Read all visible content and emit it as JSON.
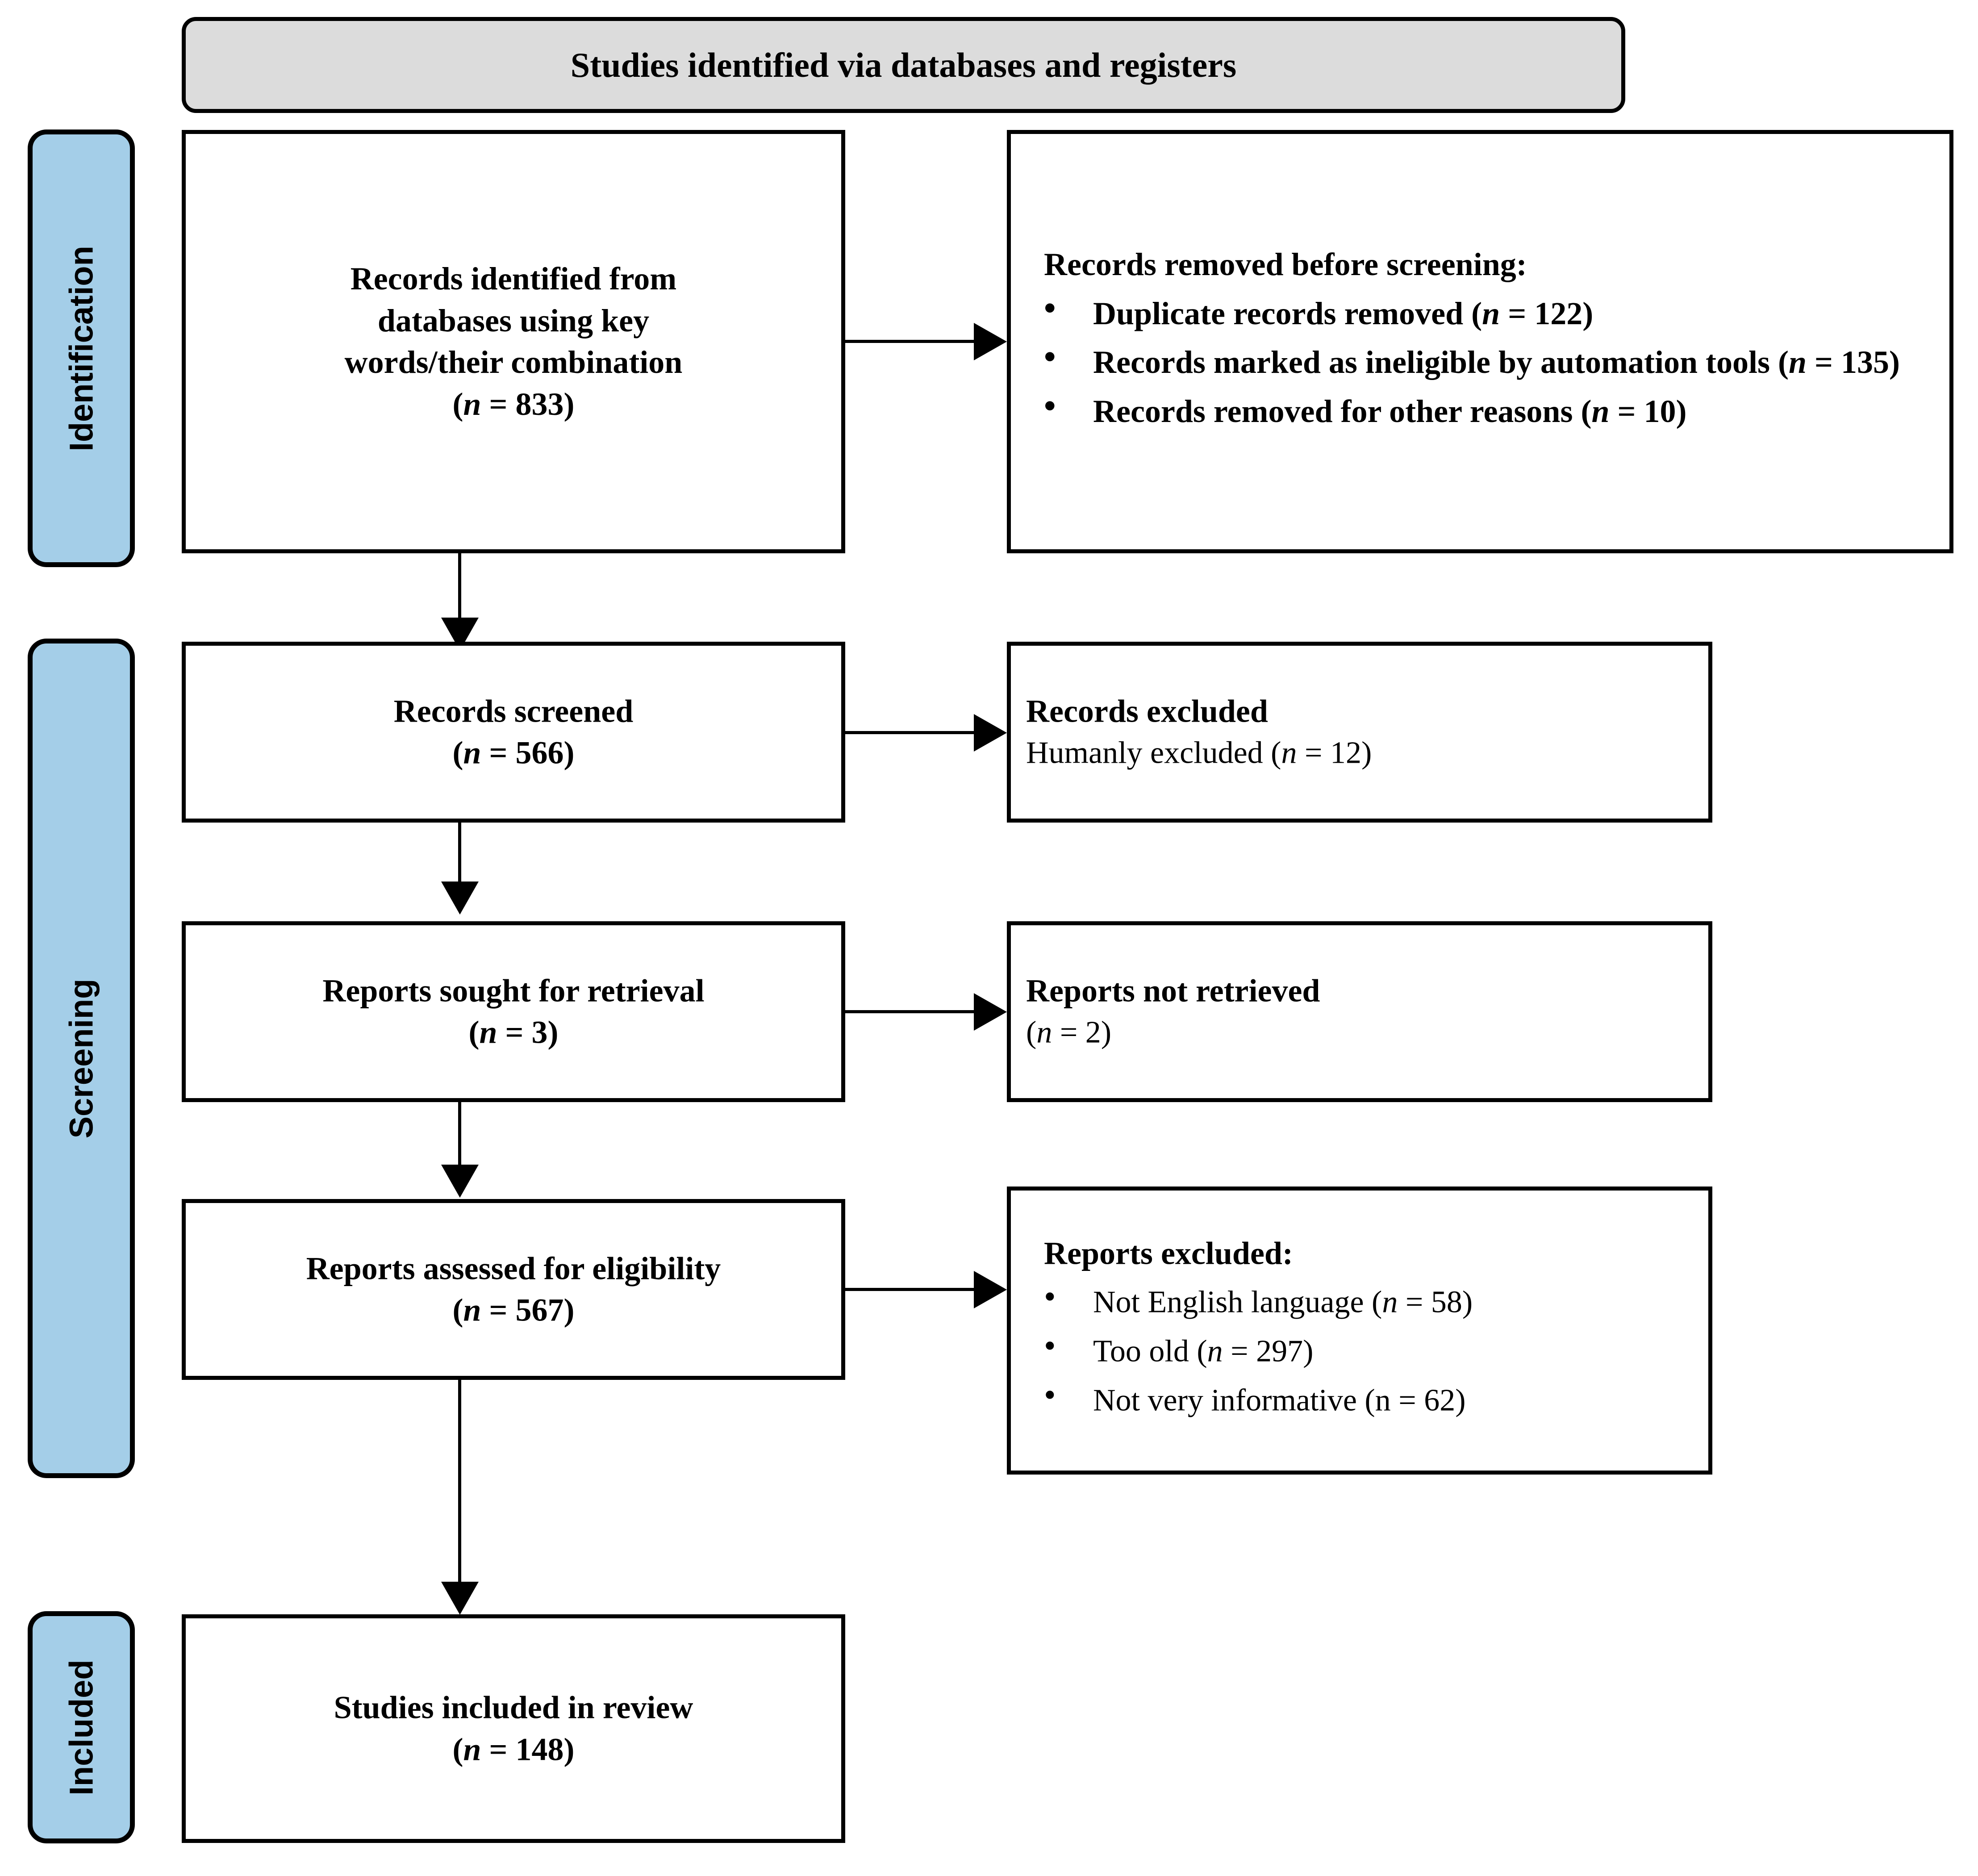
{
  "banner": {
    "text": "Studies identified via databases and registers"
  },
  "colors": {
    "stage_fill": "#a4cee8",
    "banner_fill": "#dcdcdc",
    "line": "#000000"
  },
  "stages": [
    {
      "label": "Identification"
    },
    {
      "label": "Screening"
    },
    {
      "label": "Included"
    }
  ],
  "boxes": {
    "identified": {
      "line1": "Records identified from",
      "line2": "databases using key",
      "line3": "words/their combination",
      "count_open": "(",
      "count_n": "n",
      "count_eq": " = 833)"
    },
    "removed_before_screening": {
      "heading": "Records removed before screening:",
      "bullets": [
        {
          "text": "Duplicate records removed (",
          "n": "n",
          "tail": " = 122)"
        },
        {
          "text": "Records marked as ineligible by automation tools (",
          "n": "n",
          "tail": " = 135)"
        },
        {
          "text": "Records removed for other reasons (",
          "n": "n",
          "tail": " = 10)"
        }
      ]
    },
    "records_screened": {
      "title": "Records screened",
      "count_open": "(",
      "count_n": "n",
      "count_eq": " = 566)"
    },
    "records_excluded": {
      "title": "Records excluded",
      "detail_pre": "Humanly excluded (",
      "detail_n": "n",
      "detail_tail": " = 12)"
    },
    "reports_sought": {
      "title": "Reports sought for retrieval",
      "count_open": "(",
      "count_n": "n",
      "count_eq": " = 3)"
    },
    "reports_not_retrieved": {
      "title": "Reports not retrieved",
      "count_open": "(",
      "count_n": "n",
      "count_eq": " = 2)"
    },
    "reports_assessed": {
      "title": "Reports assessed for eligibility",
      "count_open": "(",
      "count_n": "n",
      "count_eq": " = 567)"
    },
    "reports_excluded": {
      "heading": "Reports excluded:",
      "bullets": [
        {
          "text": "Not English language (",
          "n": "n",
          "tail": " = 58)"
        },
        {
          "text": "Too old (",
          "n": "n",
          "tail": " = 297)"
        },
        {
          "text": "Not very informative (n = 62)",
          "n": "",
          "tail": ""
        }
      ]
    },
    "studies_included": {
      "title": "Studies included in review",
      "count_open": "(",
      "count_n": "n",
      "count_eq": " = 148)"
    }
  }
}
